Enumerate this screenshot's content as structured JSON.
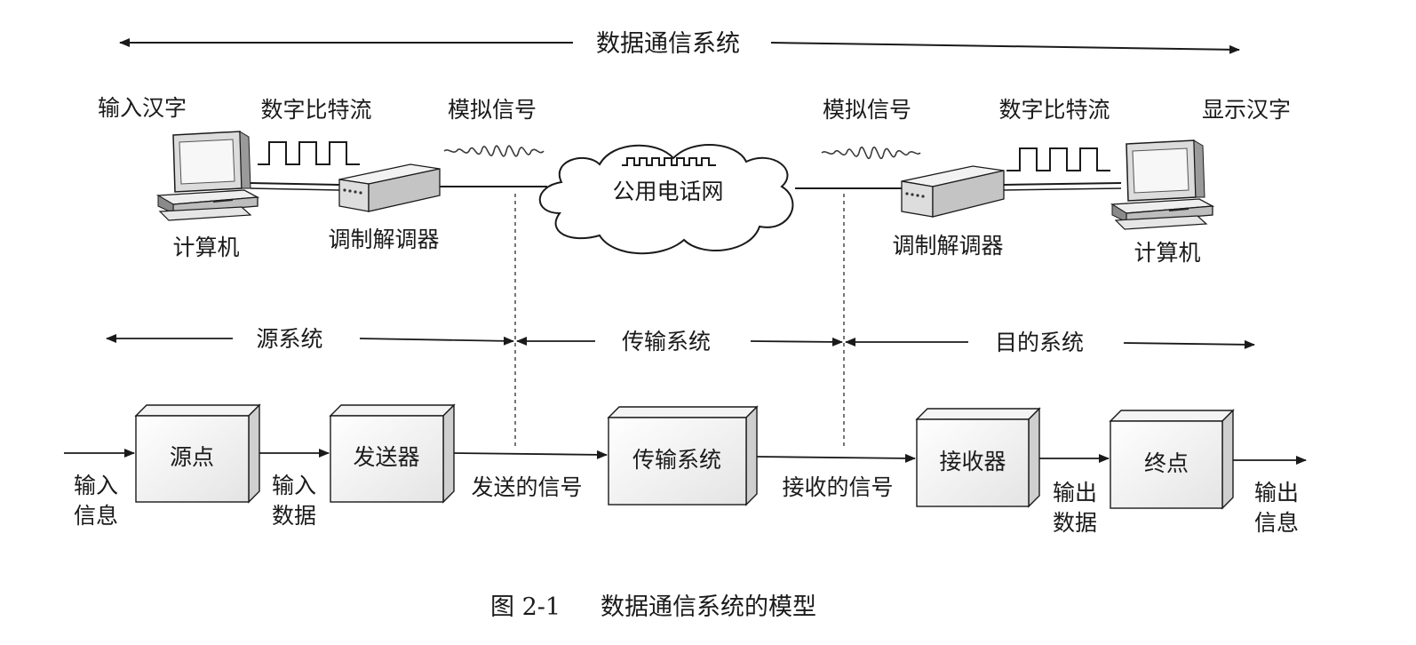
{
  "top": {
    "system_label": "数据通信系统",
    "left": {
      "input_label": "输入汉字",
      "bitstream_label": "数字比特流",
      "analog_label": "模拟信号",
      "computer_label": "计算机",
      "modem_label": "调制解调器"
    },
    "cloud_label": "公用电话网",
    "right": {
      "analog_label": "模拟信号",
      "bitstream_label": "数字比特流",
      "display_label": "显示汉字",
      "modem_label": "调制解调器",
      "computer_label": "计算机"
    }
  },
  "sections": {
    "source": "源系统",
    "transmission": "传输系统",
    "destination": "目的系统"
  },
  "blocks": {
    "source_point": "源点",
    "transmitter": "发送器",
    "transmission_system": "传输系统",
    "receiver": "接收器",
    "destination_point": "终点"
  },
  "flow": {
    "input_info": [
      "输入",
      "信息"
    ],
    "input_data": [
      "输入",
      "数据"
    ],
    "sent_signal": "发送的信号",
    "received_signal": "接收的信号",
    "output_data": [
      "输出",
      "数据"
    ],
    "output_info": [
      "输出",
      "信息"
    ]
  },
  "caption": {
    "figure_no": "图 2-1",
    "title": "数据通信系统的模型"
  }
}
